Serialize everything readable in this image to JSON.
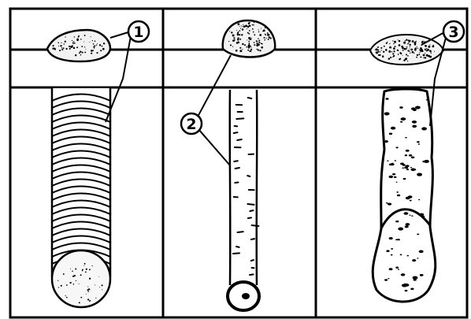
{
  "diagram": {
    "line_color": "#000000",
    "background_color": "#ffffff",
    "panels": [
      {
        "callout": "1",
        "bead_type": "rippled-bead"
      },
      {
        "callout": "2",
        "bead_type": "narrow-bead"
      },
      {
        "callout": "3",
        "bead_type": "wide-irregular-bead"
      }
    ]
  }
}
